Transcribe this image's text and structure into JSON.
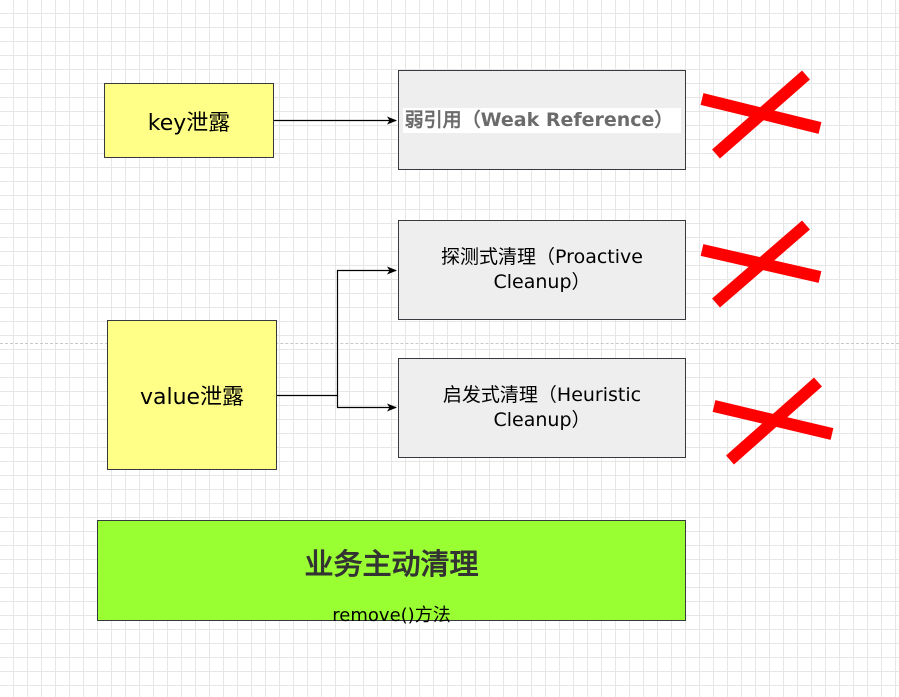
{
  "diagram": {
    "nodes": {
      "key_leak": {
        "label": "key泄露"
      },
      "value_leak": {
        "label": "value泄露"
      },
      "weak_reference": {
        "label": "弱引用（Weak Reference）"
      },
      "proactive_cleanup": {
        "label": "探测式清理（Proactive Cleanup）"
      },
      "heuristic_cleanup": {
        "label": "启发式清理（Heuristic Cleanup）"
      },
      "business_cleanup": {
        "title": "业务主动清理",
        "subtitle": "remove()方法"
      }
    },
    "edges": [
      {
        "from": "key_leak",
        "to": "weak_reference"
      },
      {
        "from": "value_leak",
        "to": "proactive_cleanup"
      },
      {
        "from": "value_leak",
        "to": "heuristic_cleanup"
      }
    ],
    "marks": {
      "cross_color": "#ff0000",
      "crossed_out": [
        "weak_reference",
        "proactive_cleanup",
        "heuristic_cleanup"
      ]
    },
    "colors": {
      "leak_box": "#ffff88",
      "cleanup_box": "#eeeeee",
      "business_box": "#99ff33",
      "border": "#36393d",
      "connector": "#000000"
    }
  }
}
